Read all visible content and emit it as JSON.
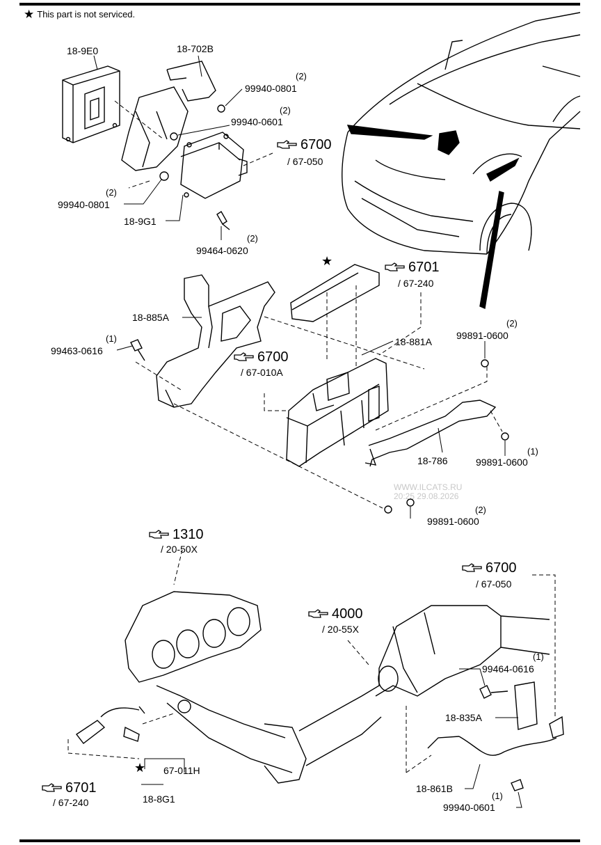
{
  "legend": {
    "star_icon": "star-icon",
    "text": "This part is not serviced."
  },
  "parts": {
    "p_18_9E0": "18-9E0",
    "p_18_702B": "18-702B",
    "p_99940_0801_a": "99940-0801",
    "q_99940_0801_a": "(2)",
    "p_99940_0601_a": "99940-0601",
    "q_99940_0601_a": "(2)",
    "p_99940_0801_b": "99940-0801",
    "q_99940_0801_b": "(2)",
    "p_18_9G1": "18-9G1",
    "p_99464_0620": "99464-0620",
    "q_99464_0620": "(2)",
    "p_18_885A": "18-885A",
    "p_99463_0616": "99463-0616",
    "q_99463_0616": "(1)",
    "p_18_881A": "18-881A",
    "p_99891_0600_a": "99891-0600",
    "q_99891_0600_a": "(2)",
    "p_18_786": "18-786",
    "p_99891_0600_b": "99891-0600",
    "q_99891_0600_b": "(1)",
    "p_99891_0600_c": "99891-0600",
    "q_99891_0600_c": "(2)",
    "p_99464_0616": "99464-0616",
    "q_99464_0616": "(1)",
    "p_18_835A": "18-835A",
    "p_18_861B": "18-861B",
    "p_99940_0601_b": "99940-0601",
    "q_99940_0601_b": "(1)",
    "p_67_011H": "67-011H",
    "p_18_8G1": "18-8G1"
  },
  "refs": {
    "r1": {
      "num": "6700",
      "sub": "/ 67-050"
    },
    "r2": {
      "num": "6701",
      "sub": "/ 67-240"
    },
    "r3": {
      "num": "6700",
      "sub": "/ 67-010A"
    },
    "r4": {
      "num": "1310",
      "sub": "/ 20-50X"
    },
    "r5": {
      "num": "4000",
      "sub": "/ 20-55X"
    },
    "r6": {
      "num": "6700",
      "sub": "/ 67-050"
    },
    "r7": {
      "num": "6701",
      "sub": "/ 67-240"
    }
  },
  "watermark": {
    "line1": "WWW.ILCATS.RU",
    "line2": "20:25 29.08.2026"
  }
}
